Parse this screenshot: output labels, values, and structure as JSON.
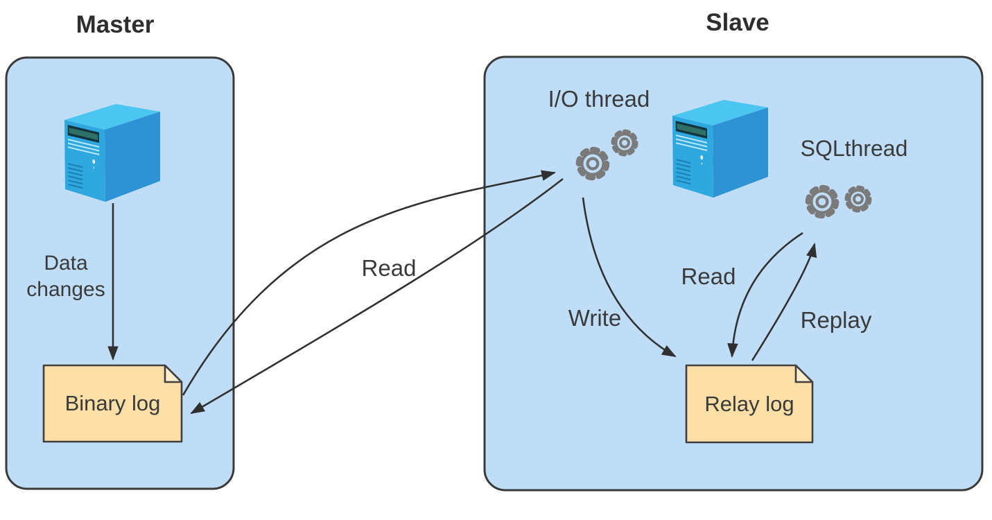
{
  "diagram": {
    "master": {
      "title": "Master",
      "data_changes_label": "Data\nchanges",
      "binary_log_label": "Binary log"
    },
    "slave": {
      "title": "Slave",
      "io_thread_label": "I/O thread",
      "sql_thread_label": "SQLthread",
      "write_label": "Write",
      "read_label": "Read",
      "replay_label": "Replay",
      "relay_log_label": "Relay log"
    },
    "link": {
      "read_label": "Read"
    },
    "icons": {
      "master_server": "server-tower-icon",
      "slave_server": "server-tower-icon",
      "io_thread_gears": "gears-icon",
      "sql_thread_gears": "gears-icon",
      "binary_log": "document-icon",
      "relay_log": "document-icon"
    },
    "colors": {
      "container_fill": "#BFDDF6",
      "container_border": "#3A3A3A",
      "document_fill": "#FBDFA6",
      "document_fold": "#FCEDCC",
      "document_border": "#3F3F3F",
      "server_top": "#4AC6F0",
      "server_front": "#2FA8DF",
      "server_side": "#2D93D4",
      "gear": "#7A7A7A",
      "arrow": "#303030",
      "text": "#3A3A3A"
    }
  }
}
